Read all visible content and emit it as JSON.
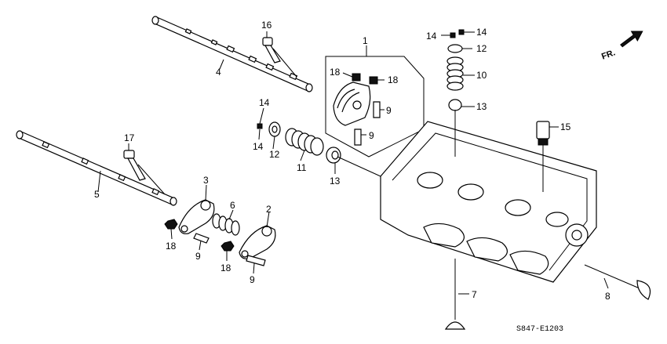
{
  "diagram": {
    "part_callouts": [
      "1",
      "2",
      "3",
      "4",
      "5",
      "6",
      "7",
      "8",
      "9",
      "9",
      "9",
      "9",
      "10",
      "11",
      "12",
      "12",
      "13",
      "13",
      "14",
      "14",
      "14",
      "14",
      "15",
      "16",
      "17",
      "18",
      "18",
      "18",
      "18"
    ],
    "direction_label": "FR.",
    "drawing_code": "S847-E1203"
  }
}
